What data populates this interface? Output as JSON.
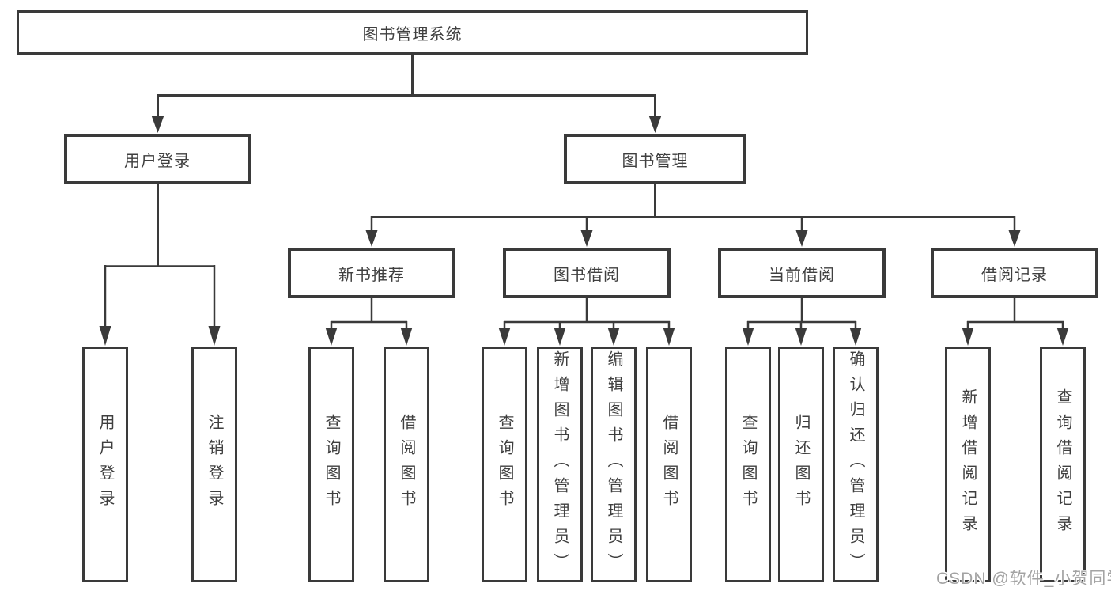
{
  "tree": {
    "root": {
      "label": "图书管理系统"
    },
    "branches": [
      {
        "label": "用户登录",
        "children": [
          {
            "label": "用户登录"
          },
          {
            "label": "注销登录"
          }
        ]
      },
      {
        "label": "图书管理",
        "children": [
          {
            "label": "新书推荐",
            "children": [
              {
                "label": "查询图书"
              },
              {
                "label": "借阅图书"
              }
            ]
          },
          {
            "label": "图书借阅",
            "children": [
              {
                "label": "查询图书"
              },
              {
                "label": "新增图书（管理员）"
              },
              {
                "label": "编辑图书（管理员）"
              },
              {
                "label": "借阅图书"
              }
            ]
          },
          {
            "label": "当前借阅",
            "children": [
              {
                "label": "查询图书"
              },
              {
                "label": "归还图书"
              },
              {
                "label": "确认归还（管理员）"
              }
            ]
          },
          {
            "label": "借阅记录",
            "children": [
              {
                "label": "新增借阅记录"
              },
              {
                "label": "查询借阅记录"
              }
            ]
          }
        ]
      }
    ]
  },
  "watermark": {
    "text": "CSDN @软件_小贺同学"
  },
  "colors": {
    "line": "#3a3a3a",
    "text": "#3f3f3f",
    "watermark": "#a3a3a3",
    "background": "#ffffff"
  }
}
